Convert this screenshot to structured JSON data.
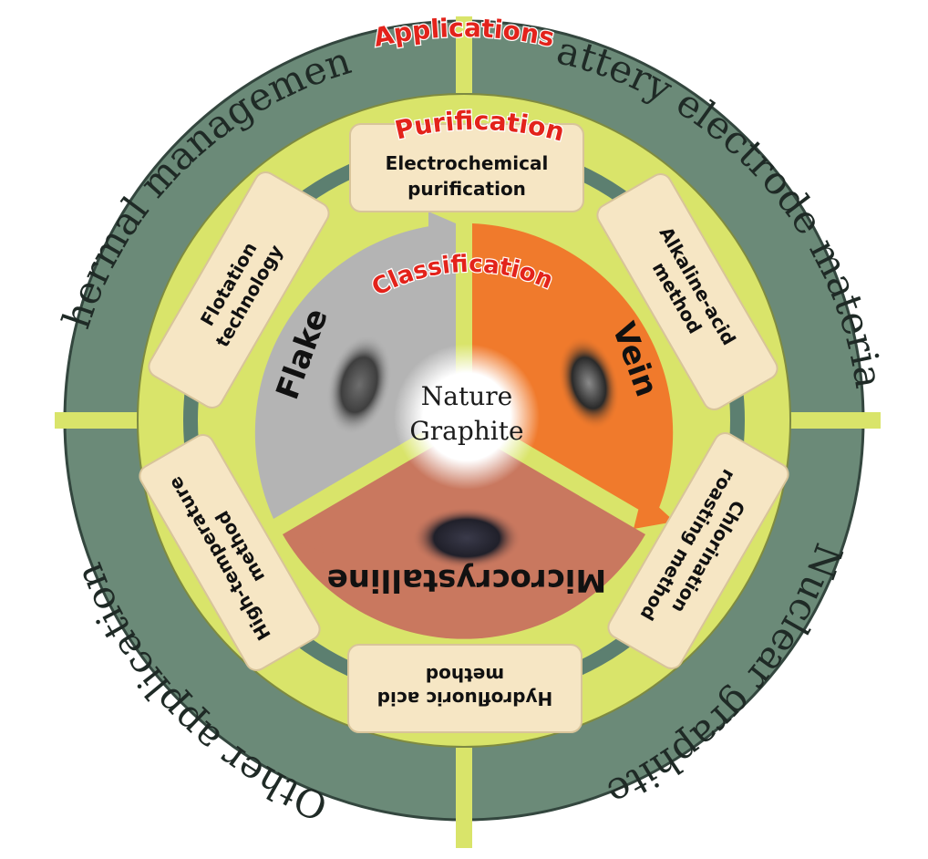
{
  "center": {
    "line1": "Nature",
    "line2": "Graphite"
  },
  "headers": {
    "applications": "Applications",
    "purification": "Purification",
    "classification": "Classification"
  },
  "applications": {
    "thermal": "Thermal management",
    "battery": "Battery electrode materials",
    "nuclear": "Nuclear graphite",
    "other": "Other applications"
  },
  "purification_methods": {
    "electrochemical": [
      "Electrochemical",
      "purification"
    ],
    "alkaline": [
      "Alkaline-acid",
      "method"
    ],
    "chlorination": [
      "Chlorination",
      "roasting method"
    ],
    "hydrofluoric": [
      "Hydrofluoric acid",
      "method"
    ],
    "hightemp": [
      "High-temperature",
      "method"
    ],
    "flotation": [
      "Flotation",
      "technology"
    ]
  },
  "classes": {
    "flake": "Flake",
    "vein": "Vein",
    "microcrystalline": "Microcrystalline"
  },
  "colors": {
    "outer_ring": "#6b8a78",
    "inner_ring": "#d9e46a",
    "track_ring": "#5c7f70",
    "card_fill": "#f6e6c4",
    "flake_sector": "#b4b4b4",
    "vein_sector": "#f07a2c",
    "micro_sector": "#c9785f",
    "header_red": "#e3231b"
  }
}
